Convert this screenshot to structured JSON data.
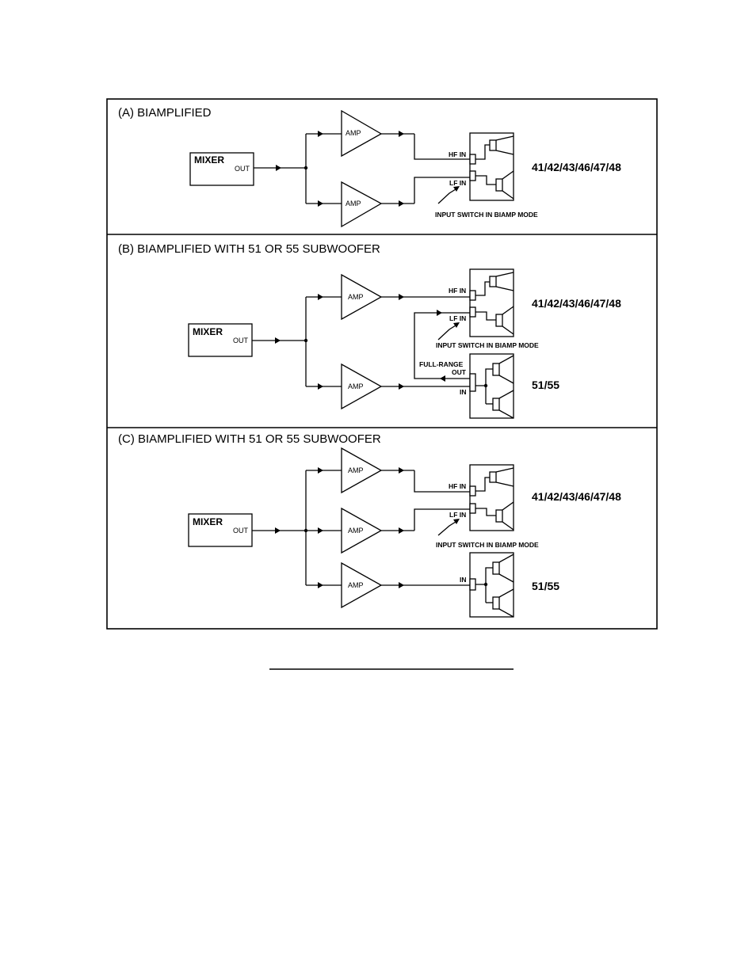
{
  "panels": [
    {
      "title": "(A)  BIAMPLIFIED",
      "mixer": {
        "label": "MIXER",
        "out_label": "OUT"
      },
      "amps": [
        "AMP",
        "AMP"
      ],
      "speaker": {
        "model": "41/42/43/46/47/48",
        "hf_in": "HF IN",
        "lf_in": "LF IN",
        "switch_note": "INPUT SWITCH  IN BIAMP MODE"
      }
    },
    {
      "title": "(B)  BIAMPLIFIED WITH 51 OR 55 SUBWOOFER",
      "mixer": {
        "label": "MIXER",
        "out_label": "OUT"
      },
      "amps": [
        "AMP",
        "AMP"
      ],
      "speaker": {
        "model": "41/42/43/46/47/48",
        "hf_in": "HF IN",
        "lf_in": "LF IN",
        "switch_note": "INPUT SWITCH  IN BIAMP MODE"
      },
      "subwoofer": {
        "model": "51/55",
        "full_range": "FULL-RANGE",
        "out_label": "OUT",
        "in_label": "IN"
      }
    },
    {
      "title": "(C)  BIAMPLIFIED WITH 51 OR 55 SUBWOOFER",
      "mixer": {
        "label": "MIXER",
        "out_label": "OUT"
      },
      "amps": [
        "AMP",
        "AMP",
        "AMP"
      ],
      "speaker": {
        "model": "41/42/43/46/47/48",
        "hf_in": "HF IN",
        "lf_in": "LF IN",
        "switch_note": "INPUT SWITCH  IN BIAMP MODE"
      },
      "subwoofer": {
        "model": "51/55",
        "in_label": "IN"
      }
    }
  ]
}
